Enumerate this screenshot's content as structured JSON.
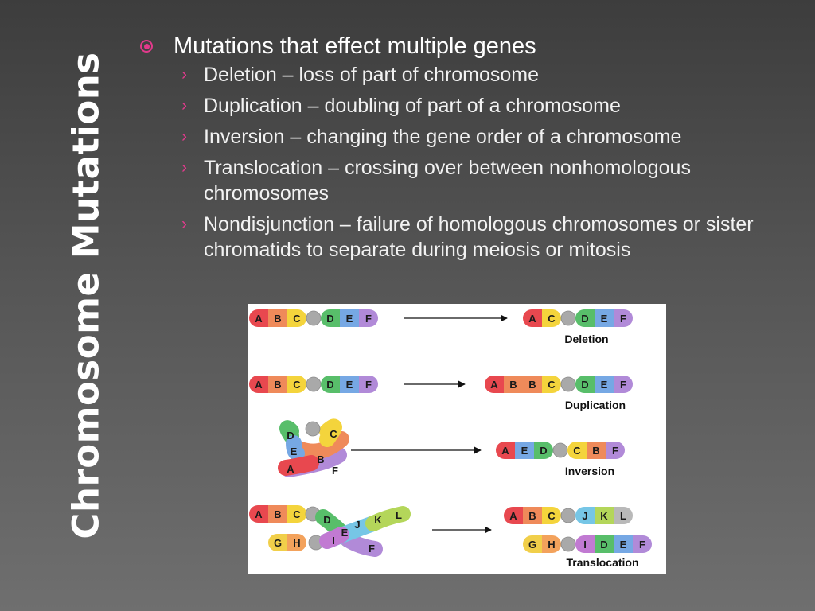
{
  "slide": {
    "title": "Chromosome Mutations",
    "main_point": "Mutations that effect multiple genes",
    "sub_points": [
      "Deletion – loss of part of chromosome",
      "Duplication – doubling of part of a chromosome",
      "Inversion – changing the gene order of a chromosome",
      "Translocation – crossing  over between nonhomologous chromosomes",
      "Nondisjunction – failure of homologous chromosomes or sister chromatids to separate during meiosis or mitosis"
    ]
  },
  "diagram": {
    "centromere_label": "",
    "rows": [
      {
        "name": "deletion",
        "before": [
          "A",
          "B",
          "C",
          "o",
          "D",
          "E",
          "F"
        ],
        "after": [
          "A",
          "C",
          "o",
          "D",
          "E",
          "F"
        ],
        "label": "Deletion"
      },
      {
        "name": "duplication",
        "before": [
          "A",
          "B",
          "C",
          "o",
          "D",
          "E",
          "F"
        ],
        "after": [
          "A",
          "B",
          "B",
          "C",
          "o",
          "D",
          "E",
          "F"
        ],
        "label": "Duplication"
      },
      {
        "name": "inversion",
        "before_loop": [
          "D",
          "C",
          "E",
          "B",
          "A",
          "F"
        ],
        "after": [
          "A",
          "E",
          "D",
          "o",
          "C",
          "B",
          "F"
        ],
        "label": "Inversion"
      },
      {
        "name": "translocation",
        "before_top": [
          "A",
          "B",
          "C",
          "o",
          "D",
          "E",
          "F"
        ],
        "before_bottom": [
          "G",
          "H",
          "o",
          "I",
          "J",
          "K",
          "L"
        ],
        "after_top": [
          "A",
          "B",
          "C",
          "o",
          "J",
          "K",
          "L"
        ],
        "after_bottom": [
          "G",
          "H",
          "o",
          "I",
          "D",
          "E",
          "F"
        ],
        "label": "Translocation"
      }
    ],
    "colors": {
      "A": "#e8484f",
      "B": "#ef8a5a",
      "C": "#f4d43c",
      "D": "#58be6a",
      "E": "#76a8e4",
      "F": "#b18ad8",
      "G": "#f1cf4a",
      "H": "#f3a25c",
      "I": "#c17ad2",
      "J": "#76c6e6",
      "K": "#b4d65a",
      "L": "#b9b9b9",
      "centromere": "#a9a9a9",
      "accent": "#e23a8c"
    }
  }
}
